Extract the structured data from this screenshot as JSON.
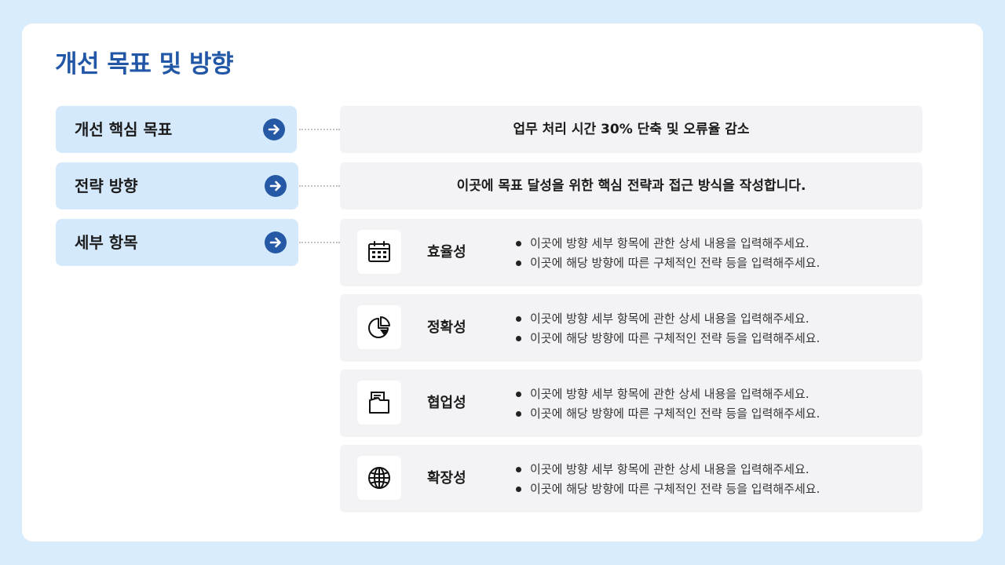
{
  "title": "개선 목표 및 방향",
  "accent_color": "#2157a6",
  "left_items": [
    {
      "label": "개선 핵심 목표",
      "icon": "arrow-right-circle-icon"
    },
    {
      "label": "전략 방향",
      "icon": "arrow-right-circle-icon"
    },
    {
      "label": "세부 항목",
      "icon": "arrow-right-circle-icon"
    }
  ],
  "goal_text": "업무 처리 시간 30% 단축 및 오류율 감소",
  "strategy_text": "이곳에 목표 달성을 위한 핵심 전략과 접근 방식을 작성합니다.",
  "details": [
    {
      "name": "효율성",
      "icon": "calendar-icon",
      "bullets": [
        "이곳에 방향 세부 항목에 관한 상세 내용을 입력해주세요.",
        "이곳에 해당 방향에 따른 구체적인 전략 등을 입력해주세요."
      ]
    },
    {
      "name": "정확성",
      "icon": "pie-chart-icon",
      "bullets": [
        "이곳에 방향 세부 항목에 관한 상세 내용을 입력해주세요.",
        "이곳에 해당 방향에 따른 구체적인 전략 등을 입력해주세요."
      ]
    },
    {
      "name": "협업성",
      "icon": "folder-icon",
      "bullets": [
        "이곳에 방향 세부 항목에 관한 상세 내용을 입력해주세요.",
        "이곳에 해당 방향에 따른 구체적인 전략 등을 입력해주세요."
      ]
    },
    {
      "name": "확장성",
      "icon": "globe-icon",
      "bullets": [
        "이곳에 방향 세부 항목에 관한 상세 내용을 입력해주세요.",
        "이곳에 해당 방향에 따른 구체적인 전략 등을 입력해주세요."
      ]
    }
  ]
}
